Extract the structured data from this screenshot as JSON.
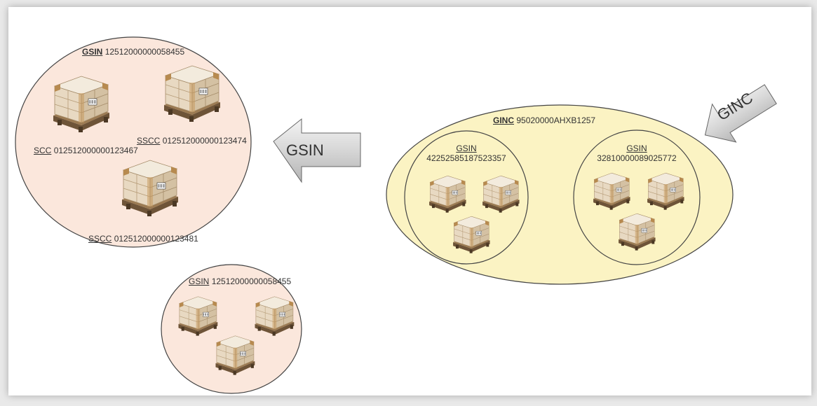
{
  "colors": {
    "gsin_fill": "#fbe7dc",
    "ginc_fill": "#fbf3c3",
    "outline": "#444444"
  },
  "ginc_group": {
    "label": "GINC",
    "number": "95020000AHXB1257",
    "gsin_left": {
      "label": "GSIN",
      "number": "42252585187523357"
    },
    "gsin_right": {
      "label": "GSIN",
      "number": "32810000089025772"
    }
  },
  "gsin_group_top": {
    "label": "GSIN",
    "number": "12512000000058455",
    "sscc_1": {
      "label": "SCC",
      "number": "012512000000123467"
    },
    "sscc_2": {
      "label": "SSCC",
      "number": "012512000000123474"
    },
    "sscc_3": {
      "label": "SSCC",
      "number": "012512000000123481"
    }
  },
  "gsin_group_bottom": {
    "label": "GSIN",
    "number": "12512000000058455"
  },
  "arrows": {
    "gsin": "GSIN",
    "ginc": "GINC"
  },
  "icons": {
    "pallet": "pallet-icon",
    "arrow_left": "arrow-left-icon",
    "arrow_diagonal": "arrow-down-left-icon"
  }
}
